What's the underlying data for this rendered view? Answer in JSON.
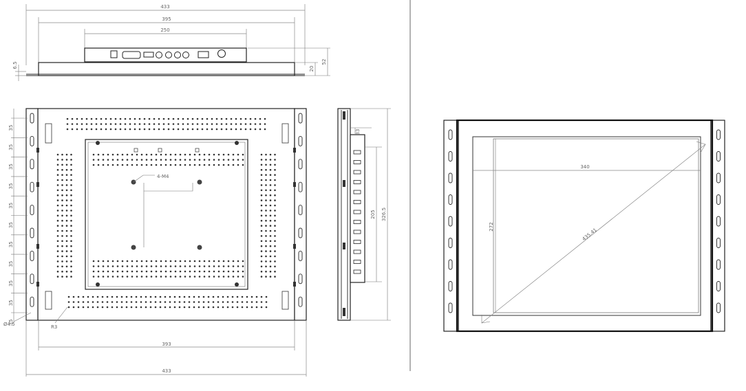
{
  "top_view": {
    "dims": {
      "overall_width": "433",
      "bracket_width": "395",
      "io_width": "250",
      "thickness_1": "20",
      "thickness_2": "52",
      "left_step": "6.5"
    }
  },
  "front_view": {
    "pitch_labels": [
      "35",
      "35",
      "35",
      "35",
      "35",
      "35",
      "35",
      "35",
      "35",
      "35",
      "35"
    ],
    "hole_label": "Ø4.5",
    "m4_label": "4-M4",
    "r_label": "R3",
    "inner_width": "393",
    "overall_width": "433"
  },
  "side_view": {
    "dims": {
      "top_offset": "33",
      "inner_height": "205",
      "outer_height": "326.5"
    }
  },
  "display_view": {
    "dims": {
      "width": "340",
      "height": "272",
      "diagonal": "435.41"
    }
  }
}
